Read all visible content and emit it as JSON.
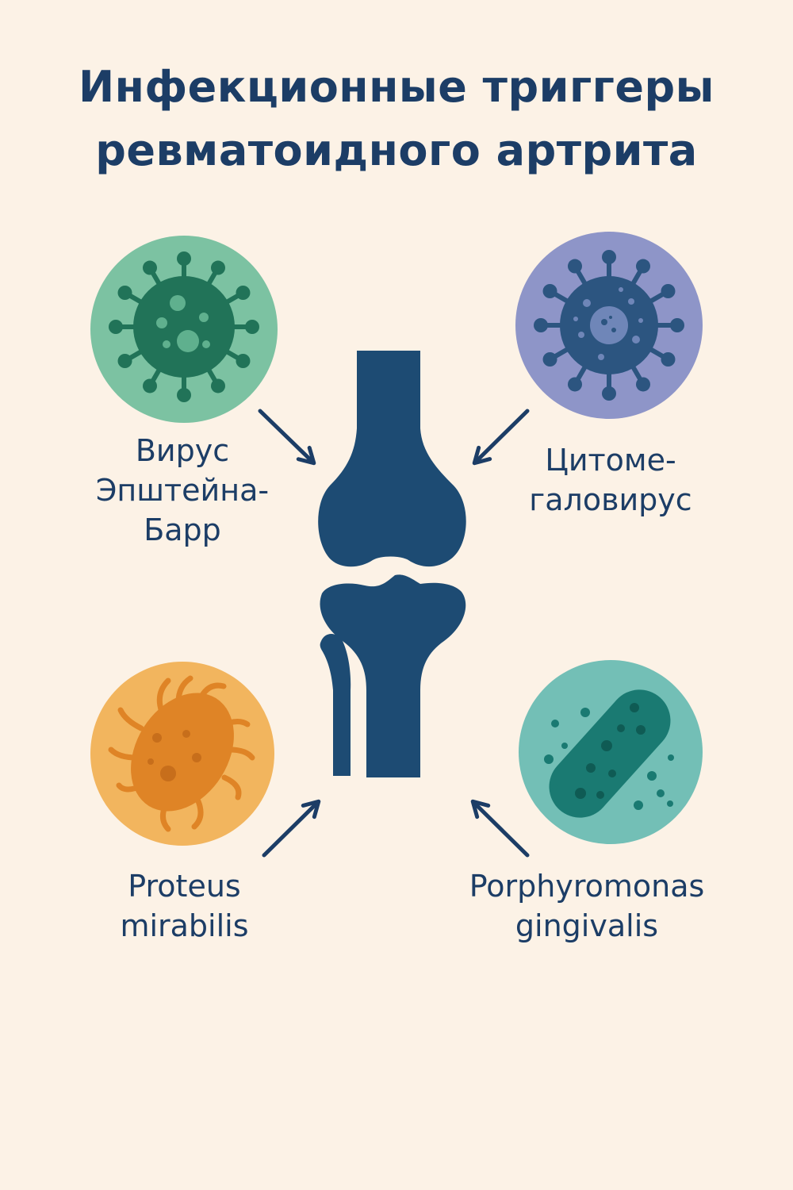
{
  "title": {
    "line1": "Инфекционные триггеры",
    "line2": "ревматоидного артрита"
  },
  "triggers": [
    {
      "id": "ebv",
      "label_lines": [
        "Вирус",
        "Эпштейна-",
        "Барр"
      ],
      "icon": "virus-icon",
      "circle_color": "#7cc2a2",
      "particle_color": "#217358"
    },
    {
      "id": "cmv",
      "label_lines": [
        "Цитоме-",
        "галовирус"
      ],
      "icon": "virus-icon",
      "circle_color": "#8e95c8",
      "particle_color": "#2c5580"
    },
    {
      "id": "proteus",
      "label_lines": [
        "Proteus",
        "mirabilis"
      ],
      "icon": "bacterium-icon",
      "circle_color": "#f2b55e",
      "particle_color": "#df8426"
    },
    {
      "id": "porphyromonas",
      "label_lines": [
        "Porphyromonas",
        "gingivalis"
      ],
      "icon": "bacterium-icon",
      "circle_color": "#73bfb6",
      "particle_color": "#1a7a72"
    }
  ],
  "center_icon": "knee-joint-icon",
  "colors": {
    "background": "#fcf2e6",
    "text": "#1c3d66",
    "joint": "#1d4b73"
  }
}
